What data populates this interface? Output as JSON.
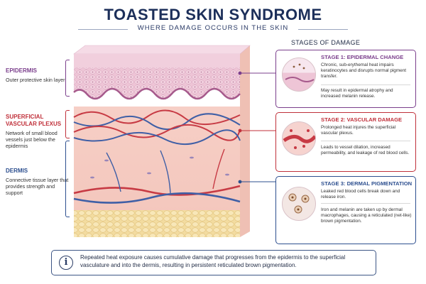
{
  "header": {
    "title": "TOASTED SKIN SYNDROME",
    "subtitle": "WHERE DAMAGE OCCURS IN THE SKIN"
  },
  "layers": [
    {
      "title": "EPIDERMIS",
      "description": "Outer protective skin layer",
      "color": "#7b3f8c"
    },
    {
      "title": "SUPERFICIAL VASCULAR PLEXUS",
      "description": "Network of small blood vessels just below the epidermis",
      "color": "#c0303a"
    },
    {
      "title": "DERMIS",
      "description": "Connective tissue layer that provides strength and support",
      "color": "#2d4f8f"
    }
  ],
  "stages": {
    "heading": "STAGES OF DAMAGE",
    "items": [
      {
        "title": "STAGE 1: EPIDERMAL CHANGE",
        "text1": "Chronic, sub-erythemal heat impairs keratinocytes and disrupts normal pigment transfer.",
        "text2": "May result in epidermal atrophy and increased melanin release.",
        "color": "#7b3f8c"
      },
      {
        "title": "STAGE 2: VASCULAR DAMAGE",
        "text1": "Prolonged heat injures the superficial vascular plexus.",
        "text2": "Leads to vessel dilation, increased permeability, and leakage of red blood cells.",
        "color": "#c0303a"
      },
      {
        "title": "STAGE 3: DERMAL PIGMENTATION",
        "text1": "Leaked red blood cells break down and release iron.",
        "text2": "Iron and melanin are taken up by dermal macrophages, causing a reticulated (net-like) brown pigmentation.",
        "color": "#2d4f8f"
      }
    ]
  },
  "footer": {
    "icon": "info-icon",
    "text": "Repeated heat exposure causes cumulative damage that progresses from the epidermis to the superficial vasculature and into the dermis, resulting in persistent reticulated brown pigmentation."
  }
}
